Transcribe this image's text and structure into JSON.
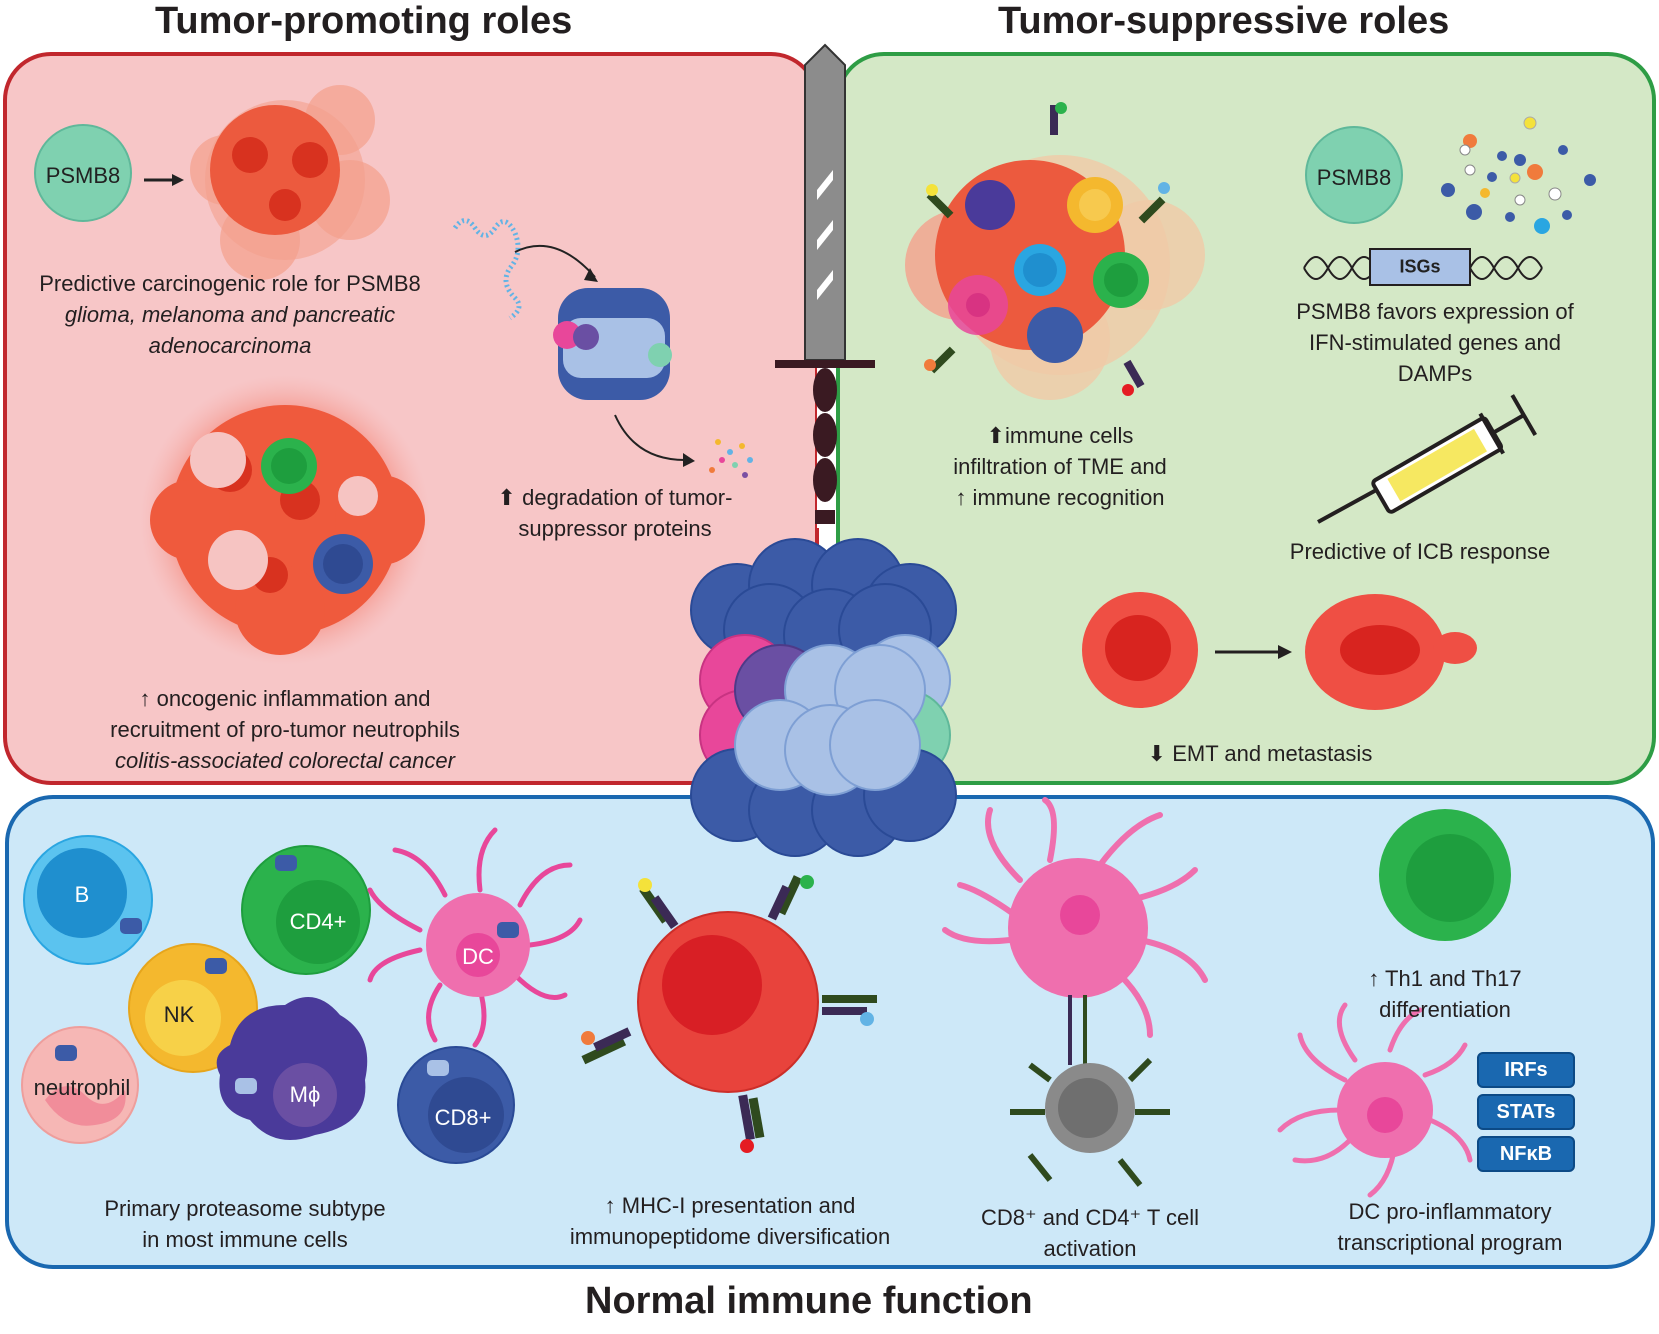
{
  "headings": {
    "promoting": "Tumor-promoting roles",
    "suppressive": "Tumor-suppressive roles",
    "normal": "Normal immune function"
  },
  "promoting": {
    "psmb8_label": "PSMB8",
    "predictive_line1": "Predictive carcinogenic role for PSMB8",
    "predictive_line2": "glioma, melanoma and pancreatic",
    "predictive_line3": "adenocarcinoma",
    "degradation_line1": "⬆ degradation of tumor-",
    "degradation_line2": "suppressor proteins",
    "inflammation_line1": "↑ oncogenic inflammation and",
    "inflammation_line2": "recruitment of pro-tumor neutrophils",
    "inflammation_line3": "colitis-associated colorectal cancer"
  },
  "suppressive": {
    "psmb8_label": "PSMB8",
    "isgs_label": "ISGs",
    "favors_line1": "PSMB8 favors expression of",
    "favors_line2": "IFN-stimulated genes and",
    "favors_line3": "DAMPs",
    "immune_line1": "⬆immune cells",
    "immune_line2": "infiltration of TME and",
    "immune_line3": "↑ immune recognition",
    "icb_label": "Predictive of ICB response",
    "emt_label": "⬇ EMT and metastasis"
  },
  "normal": {
    "cells": {
      "b": "B",
      "cd4": "CD4+",
      "dc": "DC",
      "nk": "NK",
      "neutrophil": "neutrophil",
      "macrophage": "Mϕ",
      "cd8": "CD8+"
    },
    "primary_line1": "Primary proteasome subtype",
    "primary_line2": "in most immune cells",
    "mhc_line1": "↑ MHC-I presentation and",
    "mhc_line2": "immunopeptidome diversification",
    "tcell_line1": "CD8⁺ and CD4⁺ T cell",
    "tcell_line2": "activation",
    "th_line1": "↑ Th1 and Th17",
    "th_line2": "differentiation",
    "dc_line1": "DC pro-inflammatory",
    "dc_line2": "transcriptional program",
    "badges": [
      "IRFs",
      "STATs",
      "NFκB"
    ]
  },
  "colors": {
    "promoting_fill": "#f7c6c7",
    "promoting_border": "#c1272d",
    "suppressive_fill": "#d4e8c6",
    "suppressive_border": "#2e9d45",
    "normal_fill": "#cde8f8",
    "normal_border": "#1a68b0",
    "proteasome_dark": "#3c5ba7",
    "proteasome_light": "#a9c1e6"
  }
}
